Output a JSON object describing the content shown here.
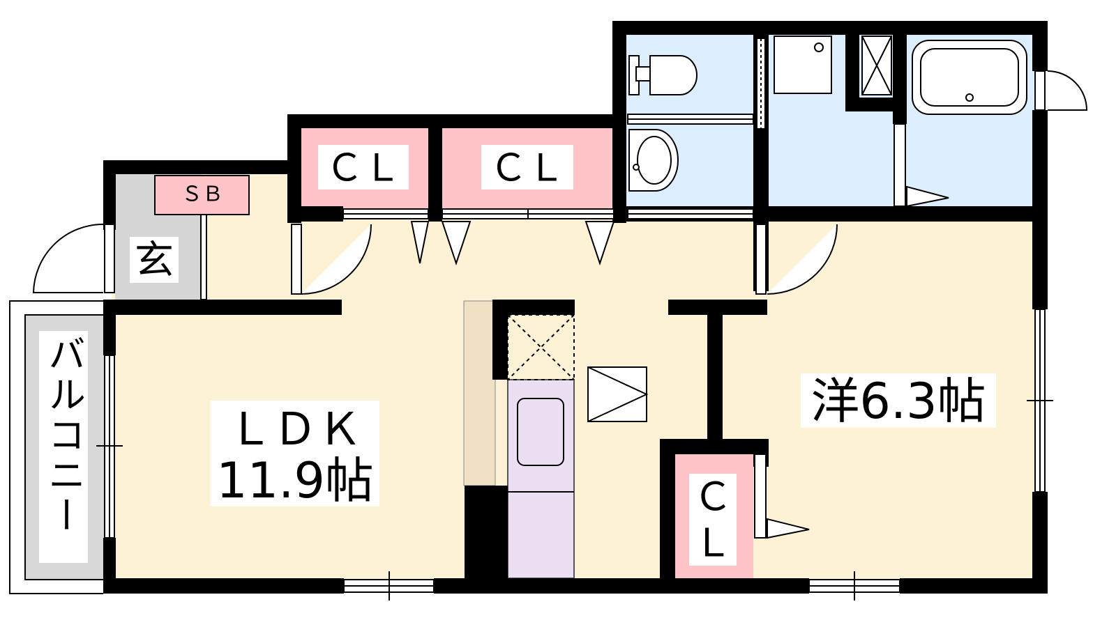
{
  "floor_plan": {
    "rooms": {
      "ldk_name": "ＬＤＫ",
      "ldk_size": "11.9帖",
      "western_room": "洋6.3帖",
      "entrance": "玄",
      "shoe_box": "ＳＢ",
      "closet_top_left": "ＣＬ",
      "closet_top_right": "ＣＬ",
      "closet_small_top": "Ｃ",
      "closet_small_bottom": "Ｌ",
      "balcony": "バルコニー"
    },
    "colors": {
      "wall": "#000000",
      "living_floor": "#fdf2d6",
      "wet_area": "#dceeff",
      "closet": "#ffc4c8",
      "entrance": "#d6d6d6",
      "kitchen": "#ecdff4",
      "counter": "#f0e0c4",
      "balcony": "#d8d8d8"
    }
  }
}
